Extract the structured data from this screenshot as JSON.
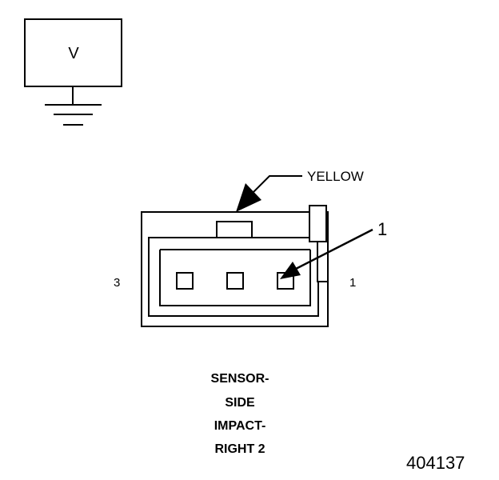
{
  "meter": {
    "label": "V"
  },
  "connector": {
    "wire_color": "YELLOW",
    "callout_number": "1",
    "pin_left_label": "3",
    "pin_right_label": "1",
    "name_lines": [
      "SENSOR-",
      "SIDE",
      "IMPACT-",
      "RIGHT 2"
    ]
  },
  "figure_id": "404137"
}
